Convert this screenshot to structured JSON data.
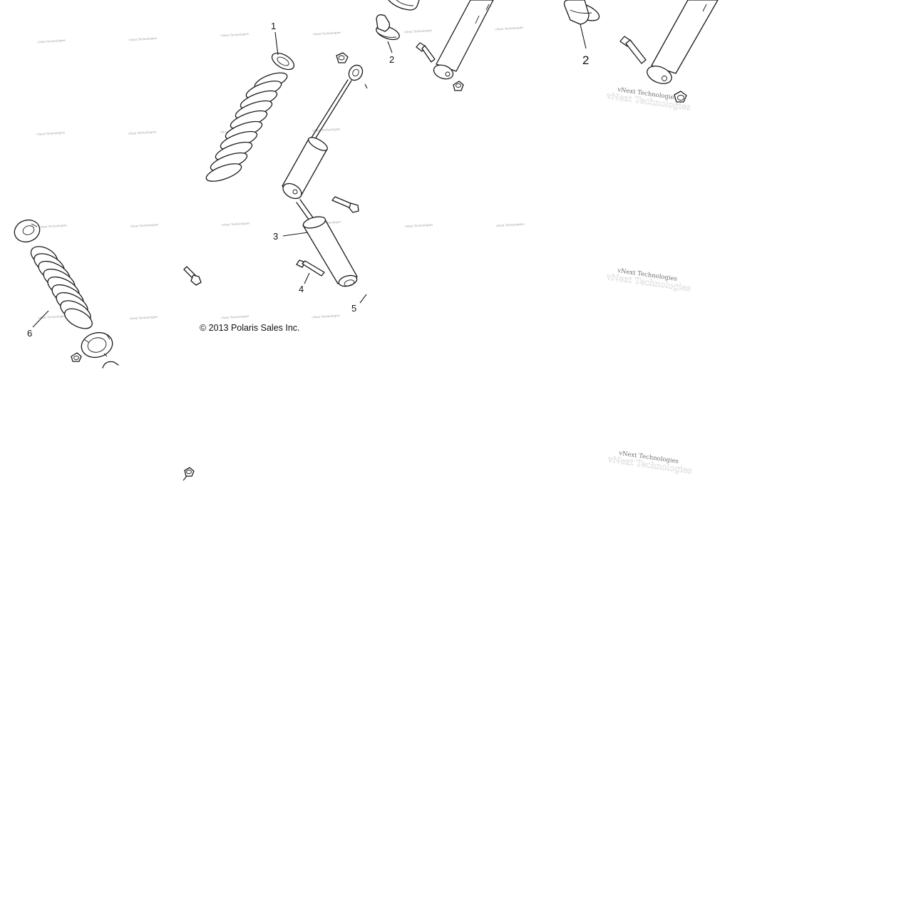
{
  "diagram": {
    "copyright": "© 2013 Polaris Sales Inc.",
    "callouts": {
      "c1": "1",
      "c2_top": "2",
      "c2_right": "2",
      "c3": "3",
      "c4": "4",
      "c5": "5",
      "c6": "6"
    },
    "watermark_small": "vNext Technologies",
    "watermark_large": "vNext Technologies"
  }
}
